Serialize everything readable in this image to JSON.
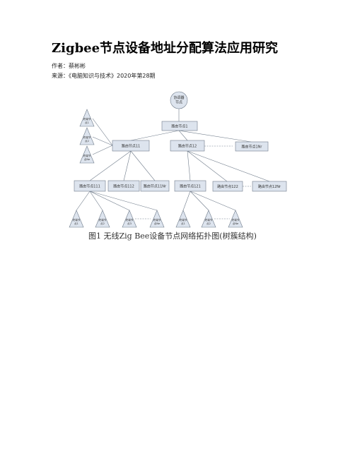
{
  "article": {
    "title": "Zigbee节点设备地址分配算法应用研究",
    "author_line": "作者：蔡彬彬",
    "source_line": "来源：《电脑知识与技术》2020年第28期"
  },
  "figure": {
    "coordinator": [
      "协调器",
      "节点"
    ],
    "router_root": "路由节点1",
    "routers_level2": [
      "路由节点11",
      "路由节点12",
      "路由节点1Nr"
    ],
    "routers_level3": [
      "路由节点111",
      "路由节点112",
      "路由节点11Nr",
      "路由节点121",
      "路由节点122",
      "路由节点12Nr"
    ],
    "end_nodes_left": [
      [
        "终端节",
        "点1"
      ],
      [
        "终端节",
        "点2"
      ],
      [
        "终端节",
        "点Ne"
      ]
    ],
    "end_nodes_bottom": [
      [
        "终端节",
        "点1"
      ],
      [
        "终端节",
        "点2"
      ],
      [
        "终端节",
        "点3"
      ],
      [
        "终端节",
        "点Ne"
      ],
      [
        "终端节",
        "点1"
      ],
      [
        "终端节",
        "点2"
      ],
      [
        "终端节",
        "点Ne"
      ]
    ],
    "caption": "图1  无线Zig Bee设备节点网络拓扑图(树簇结构)"
  },
  "colors": {
    "box_fill": "#dde4ee",
    "line": "#6f7b8a",
    "text": "#333333"
  }
}
